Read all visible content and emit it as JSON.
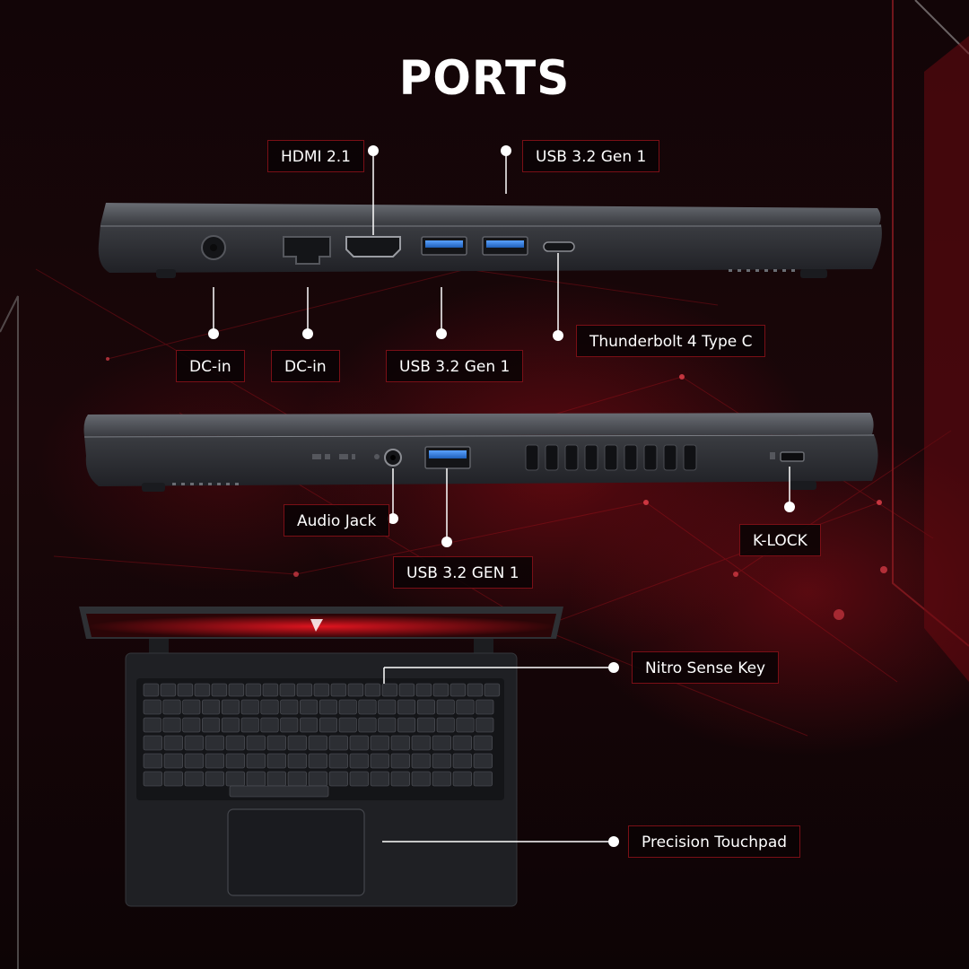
{
  "title": "PORTS",
  "callouts": {
    "hdmi": "HDMI 2.1",
    "usb_top": "USB 3.2 Gen 1",
    "dc_in_1": "DC-in",
    "dc_in_2": "DC-in",
    "usb_bottom": "USB 3.2 Gen 1",
    "thunderbolt": "Thunderbolt 4 Type C",
    "audio_jack": "Audio Jack",
    "usb_right": "USB 3.2 GEN 1",
    "k_lock": "K-LOCK",
    "nitro_sense": "Nitro Sense Key",
    "touchpad": "Precision Touchpad"
  },
  "colors": {
    "accent_red": "#c4121f",
    "usb_blue": "#2f7ad6",
    "chassis": "#2b2c30"
  }
}
